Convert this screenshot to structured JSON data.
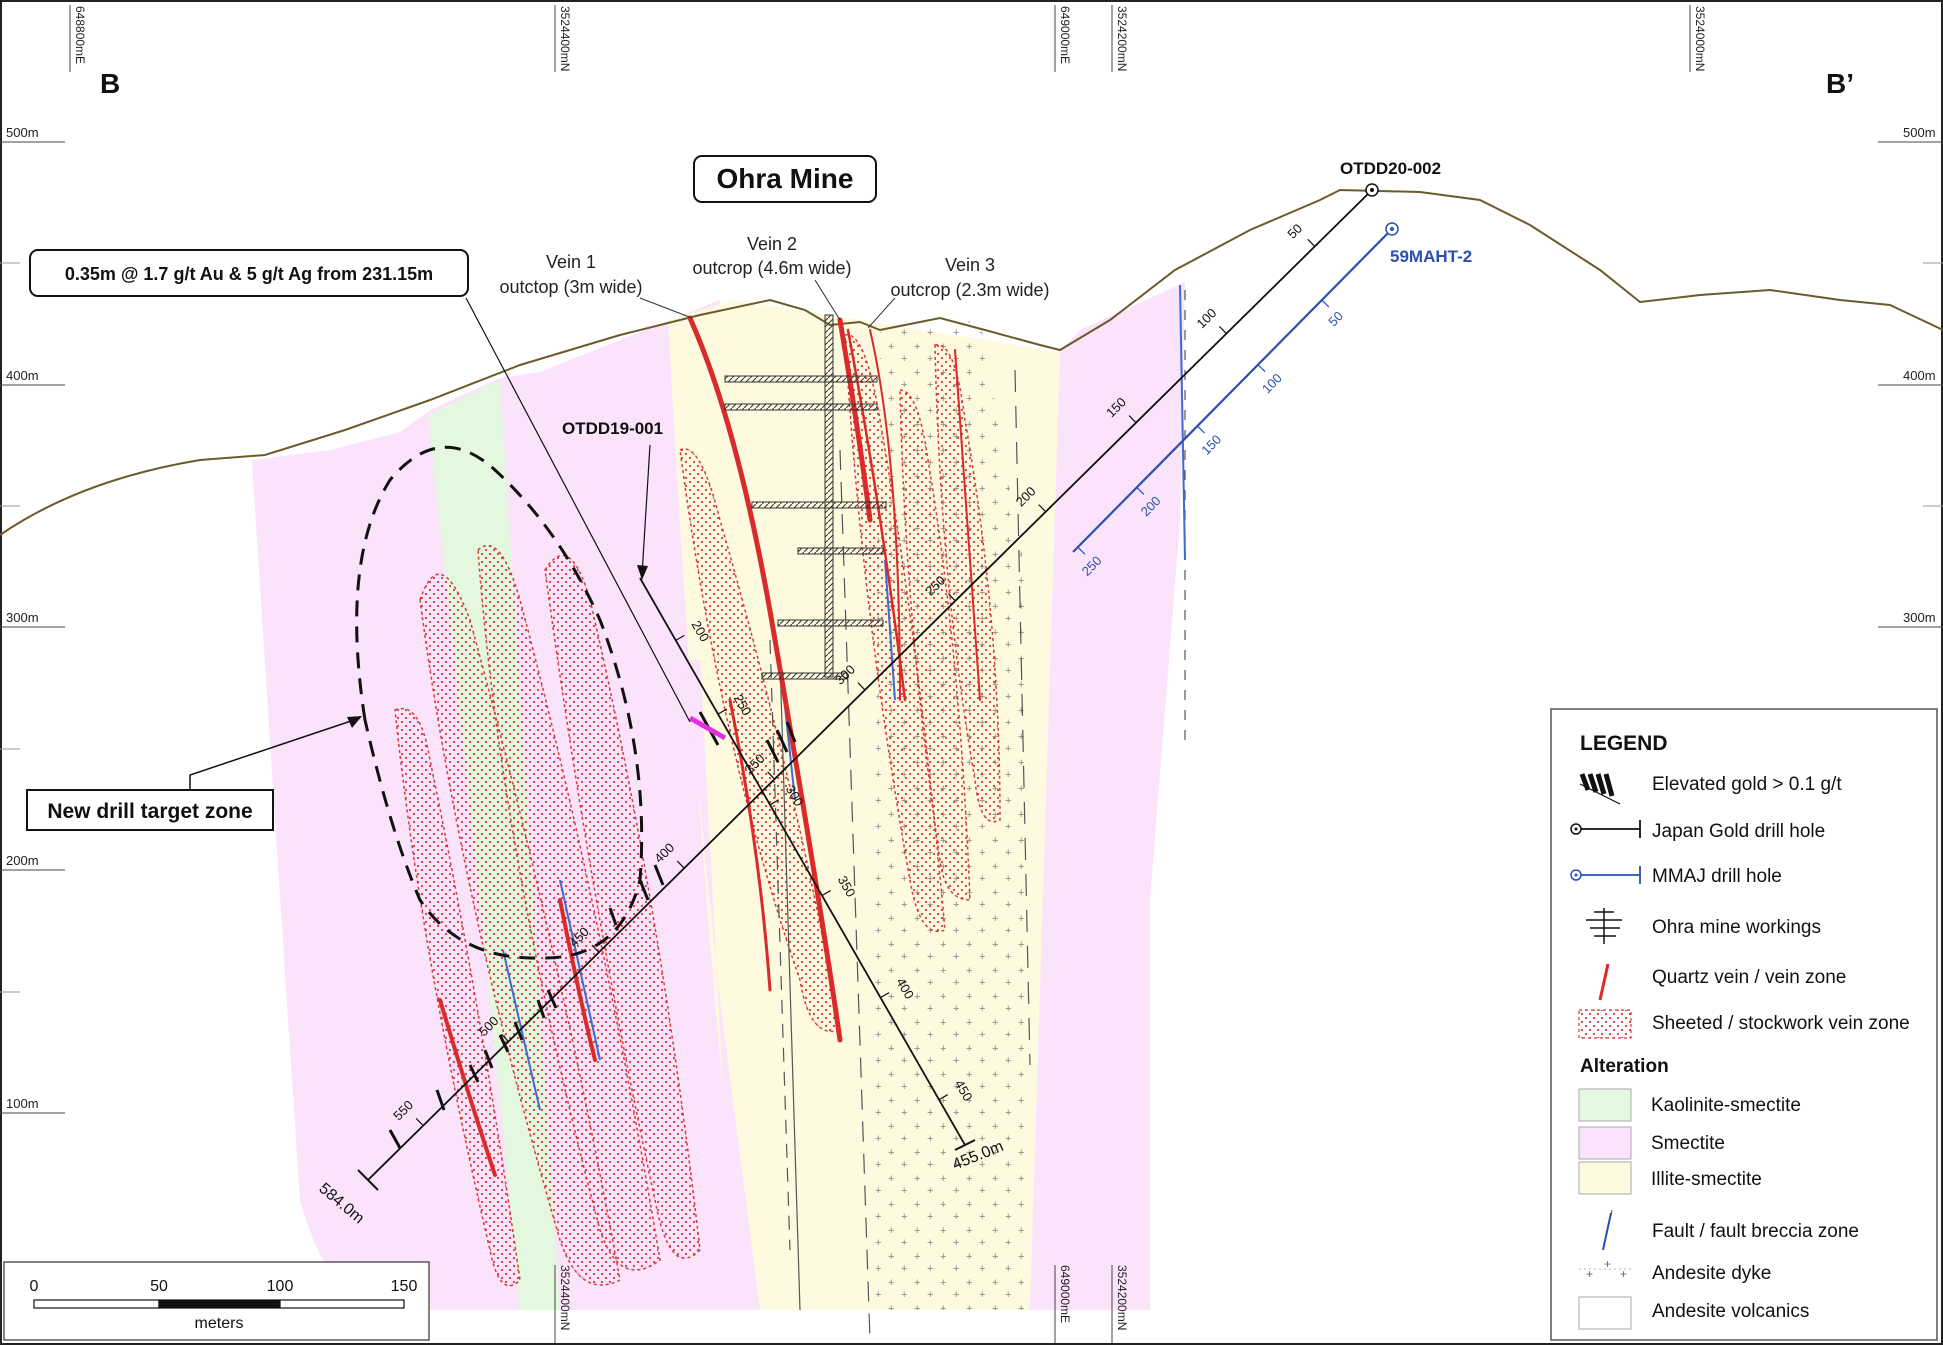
{
  "section_ends": {
    "left": "B",
    "right": "B’"
  },
  "title": "Ohra Mine",
  "grid_top": [
    "648800mE",
    "3524400mN",
    "649000mE",
    "3524200mN",
    "3524000mN"
  ],
  "grid_bottom": [
    "3524400mN",
    "649000mE",
    "3524200mN"
  ],
  "elevations": [
    "500m",
    "400m",
    "300m",
    "200m",
    "100m"
  ],
  "callout_intercept": "0.35m @ 1.7 g/t Au & 5 g/t Ag from 231.15m",
  "callout_target": "New drill target zone",
  "veins": {
    "v1_name": "Vein 1",
    "v1_desc": "outctop (3m wide)",
    "v2_name": "Vein 2",
    "v2_desc": "outcrop (4.6m wide)",
    "v3_name": "Vein 3",
    "v3_desc": "outcrop (2.3m wide)"
  },
  "holes": {
    "h1_name": "OTDD20-002",
    "h1_depth": "584.0m",
    "h1_ticks": [
      "50",
      "100",
      "150",
      "200",
      "250",
      "300",
      "350",
      "400",
      "450",
      "500",
      "550"
    ],
    "h2_name": "OTDD19-001",
    "h2_depth": "455.0m",
    "h2_ticks": [
      "200",
      "250",
      "300",
      "350",
      "400",
      "450"
    ],
    "h3_name": "59MAHT-2",
    "h3_ticks": [
      "50",
      "100",
      "150",
      "200",
      "250"
    ]
  },
  "legend": {
    "title": "LEGEND",
    "items": [
      "Elevated gold > 0.1 g/t",
      "Japan Gold drill hole",
      "MMAJ drill hole",
      "Ohra mine workings",
      "Quartz vein / vein zone",
      "Sheeted / stockwork vein zone"
    ],
    "alteration_title": "Alteration",
    "alteration": [
      "Kaolinite-smectite",
      "Smectite",
      "Illite-smectite"
    ],
    "items2": [
      "Fault / fault breccia zone",
      "Andesite dyke",
      "Andesite volcanics"
    ]
  },
  "scale": {
    "ticks": [
      "0",
      "50",
      "100",
      "150"
    ],
    "unit": "meters"
  },
  "colors": {
    "smectite": "#fbe3fb",
    "kaolinite": "#e3f8df",
    "illite": "#fdfae0",
    "vein": "#d92b2b",
    "mmaj": "#2a4fb0",
    "topo": "#6b5a2a",
    "highlight": "#e62ee0"
  }
}
